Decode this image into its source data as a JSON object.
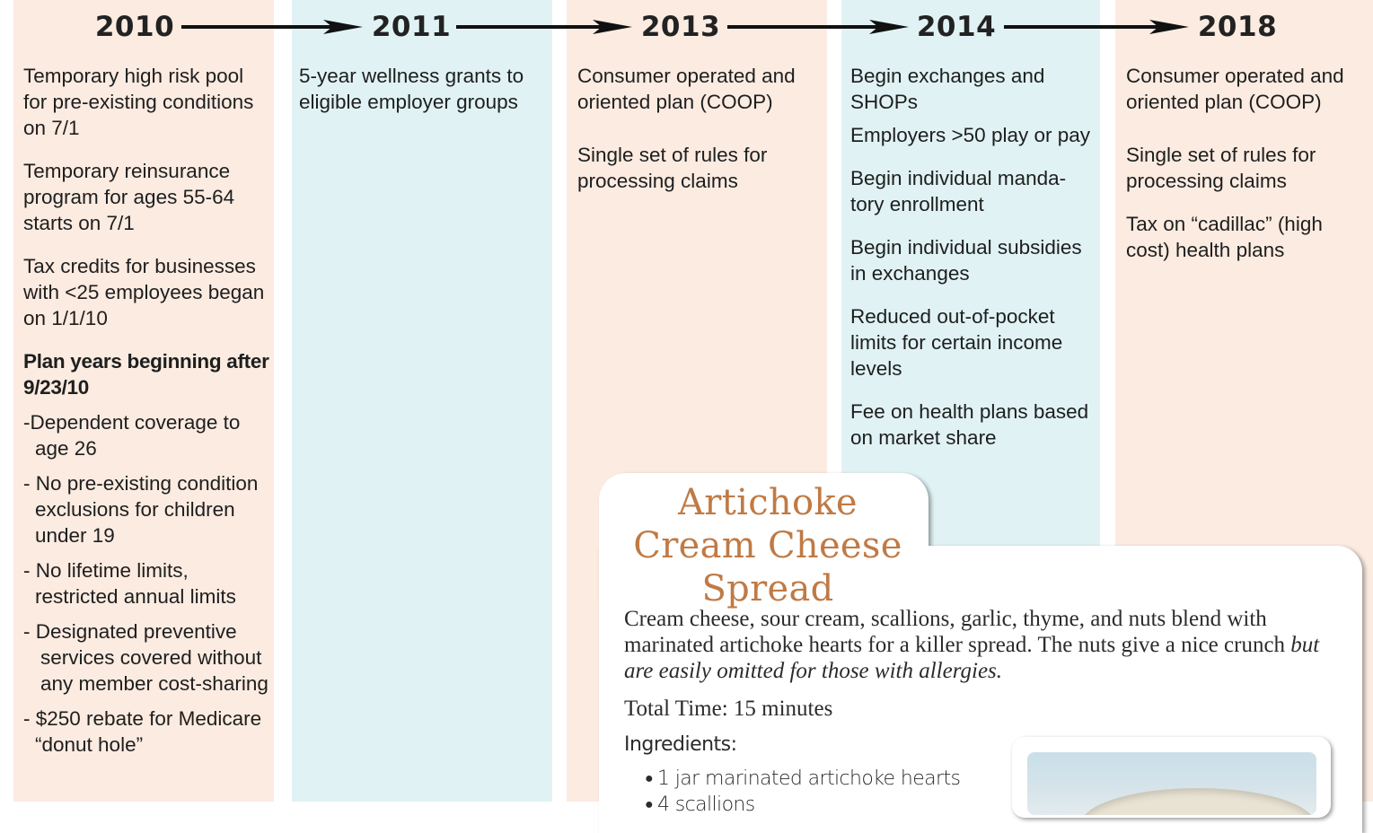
{
  "timeline": {
    "years": [
      "2010",
      "2011",
      "2013",
      "2014",
      "2018"
    ],
    "col_2010": {
      "items": [
        "Temporary high risk pool for pre-existing conditions on 7/1",
        "Temporary reinsurance program for ages 55-64 starts on 7/1",
        "Tax credits for businesses with <25 employees began on 1/1/10",
        "Plan years beginning after 9/23/10",
        "-Dependent coverage to age 26",
        "- No pre-existing condition exclusions for children under 19",
        "- No lifetime limits, restricted annual limits",
        "- Designated preventive services covered without any member cost-sharing",
        "- $250 rebate for Medicare “donut hole”"
      ]
    },
    "col_2011": {
      "items": [
        "5-year wellness grants to eligible employer groups"
      ]
    },
    "col_2013": {
      "items": [
        "Consumer operated and oriented plan (COOP)",
        "Single set of rules for processing claims"
      ]
    },
    "col_2014": {
      "items": [
        "Begin exchanges and SHOPs",
        "Employers >50 play or pay",
        "Begin individual manda-tory enrollment",
        "Begin individual subsidies in exchanges",
        "Reduced out-of-pocket limits for certain income levels",
        "Fee on health plans based on market share"
      ]
    },
    "col_2018": {
      "items": [
        "Consumer operated and oriented plan (COOP)",
        "Single set of rules for processing claims",
        "Tax on “cadillac” (high cost) health plans"
      ]
    }
  },
  "recipe": {
    "title": "Artichoke Cream Cheese Spread",
    "description": "Cream cheese, sour cream, scallions, garlic, thyme, and nuts blend with marinated artichoke hearts for a killer spread. The nuts give a nice crunch",
    "description_italic": "but are easily omitted for those with allergies.",
    "total_time": "Total Time: 15 minutes",
    "ingredients_heading": "Ingredients:",
    "ingredients": [
      "1 jar marinated artichoke hearts",
      "4 scallions"
    ]
  },
  "colors": {
    "peach_column": "#fbebe1",
    "aqua_column": "#e0f2f4",
    "recipe_title": "#c07a45"
  }
}
